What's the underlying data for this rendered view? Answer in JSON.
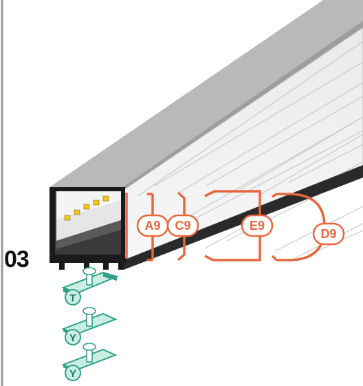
{
  "step_number": "03",
  "variant_labels": [
    "A9",
    "C9",
    "E9",
    "D9"
  ],
  "clip_labels": [
    "T",
    "Y",
    "Y"
  ],
  "colors": {
    "accent": "#e8663d",
    "clip": "#2e9e86",
    "clip_fill": "#c9efe3",
    "profile_dark": "#1b1b1b",
    "profile_grey": "#cfd0d2",
    "led": "#f2c521"
  }
}
